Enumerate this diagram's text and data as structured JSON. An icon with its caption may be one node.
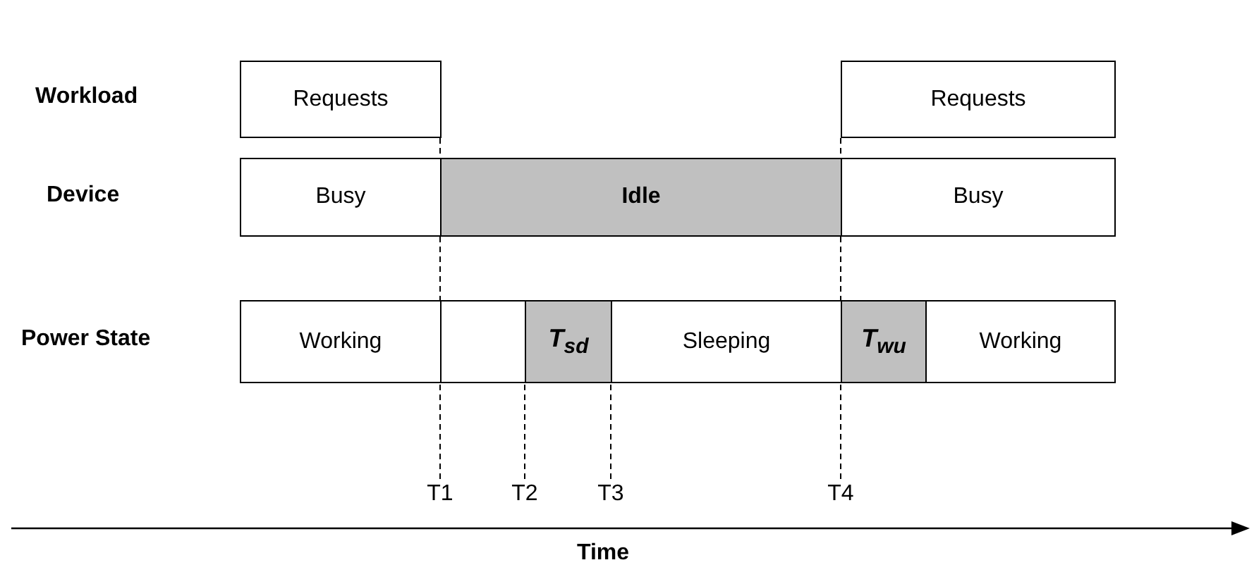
{
  "diagram": {
    "nodes": [
      {
        "text": [
          "Requests"
        ]
      },
      {
        "text": [
          "Requests"
        ]
      },
      {
        "text": [
          "Busy"
        ]
      },
      {
        "text": [
          "Idle"
        ]
      },
      {
        "text": [
          "Busy"
        ]
      },
      {
        "text": [
          "Working"
        ]
      },
      {
        "text": [],
        "shape": "box"
      },
      {
        "text": [
          "T$_{sd}$"
        ]
      },
      {
        "text": [
          "Sleeping"
        ]
      },
      {
        "text": [
          "T$_{wu}$"
        ]
      },
      {
        "text": [
          "Working"
        ]
      },
      {
        "text": [
          "T1"
        ]
      },
      {
        "text": [
          "T2"
        ]
      },
      {
        "text": [
          "T3"
        ]
      },
      {
        "text": [
          "T4"
        ]
      }
    ],
    "edges": [
      {
        "from": 11,
        "to": 0,
        "arrow": "none",
        "style": "dashed"
      },
      {
        "from": 12,
        "to": 6,
        "arrow": "none",
        "style": "dashed"
      },
      {
        "from": 13,
        "to": 7,
        "arrow": "none",
        "style": "dashed"
      },
      {
        "from": 14,
        "to": 1,
        "arrow": "none",
        "style": "dashed"
      }
    ],
    "labels": [
      "Workload",
      "Device",
      "Power State",
      "Time"
    ]
  }
}
